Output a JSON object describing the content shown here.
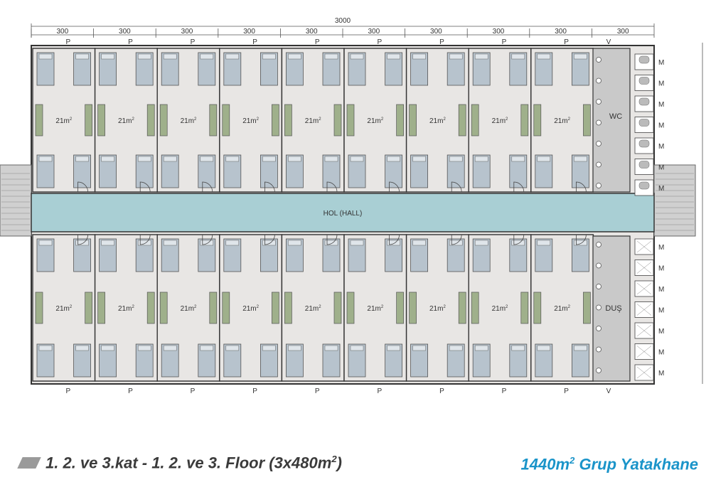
{
  "dimensions": {
    "total": "3000",
    "segments": [
      "300",
      "300",
      "300",
      "300",
      "300",
      "300",
      "300",
      "300",
      "300",
      "300"
    ]
  },
  "room_area": "21m",
  "room_area_sup": "2",
  "window_marker": "P",
  "vent_marker": "V",
  "fixture_marker": "M",
  "hall_label": "HOL (HALL)",
  "wc_label": "WC",
  "shower_label": "DUŞ",
  "caption": {
    "prefix": "1. 2. ve 3.kat - 1. 2. ve 3. Floor (3x480m",
    "sup": "2",
    "suffix": ")"
  },
  "brand": {
    "prefix": "1440m",
    "sup": "2",
    "suffix": " Grup Yatakhane"
  },
  "colors": {
    "room_fill": "#e8e6e4",
    "bed_fill": "#b7c3cd",
    "desk_fill": "#9fb08b",
    "hall_fill": "#a9cfd4",
    "service_fill": "#c9c9c9",
    "wall": "#333333",
    "caption_text": "#3a3a3a",
    "brand_text": "#1a94c9"
  }
}
